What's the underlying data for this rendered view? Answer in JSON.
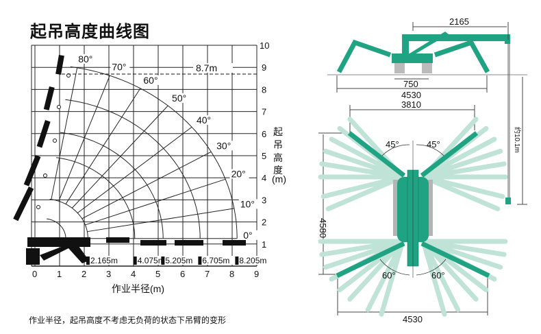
{
  "title": "起吊高度曲线图",
  "caption": "作业半径，起吊高度不考虑无负荷的状态下吊臂的变形",
  "colors": {
    "crane_green": "#1fa383",
    "light_green": "#bfe3d6",
    "gray": "#b4b4b4",
    "grid": "#222222"
  },
  "chart_data": {
    "type": "diagram",
    "title": "起吊高度曲线图",
    "xlabel": "作业半径(m)",
    "ylabel_chars": [
      "起",
      "吊",
      "高",
      "度",
      "(m)"
    ],
    "x_ticks": [
      "0",
      "1",
      "2",
      "3",
      "4",
      "5",
      "6",
      "7",
      "8",
      "9"
    ],
    "y_ticks": [
      "1",
      "2",
      "3",
      "4",
      "5",
      "6",
      "7",
      "8",
      "9",
      "10"
    ],
    "xlim": [
      0,
      9
    ],
    "ylim": [
      0,
      10
    ],
    "angles": [
      0,
      10,
      20,
      30,
      40,
      50,
      60,
      70,
      80
    ],
    "angle_labels": [
      "0°",
      "10°",
      "20°",
      "30°",
      "40°",
      "50°",
      "60°",
      "70°",
      "80°"
    ],
    "radii": [
      2.165,
      4.075,
      5.205,
      6.705,
      8.205
    ],
    "radius_labels": [
      "2.165m",
      "4.075m",
      "5.205m",
      "6.705m",
      "8.205m"
    ],
    "max_height_label": "8.7m",
    "max_height": 8.7
  },
  "machine": {
    "boom_reach": "2165",
    "track_width": "750",
    "outrigger_span_side": "4530",
    "front_span": "3810",
    "length": "4580",
    "rear_span": "4530",
    "front_angle_left": "45°",
    "front_angle_right": "45°",
    "rear_angle_left": "60°",
    "rear_angle_right": "60°",
    "max_lift_height": "约10.1m"
  }
}
